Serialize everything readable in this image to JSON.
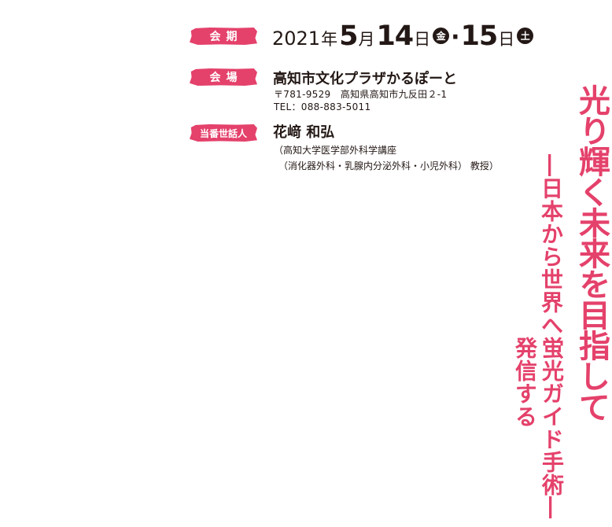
{
  "schedule": {
    "label": "会期",
    "year": "2021",
    "year_kanji": "年",
    "month": "5",
    "month_kanji": "月",
    "day1": "14",
    "day_kanji": "日",
    "weekday1": "金",
    "separator": "·",
    "day2": "15",
    "weekday2": "土"
  },
  "venue": {
    "label": "会場",
    "name": "高知市文化プラザかるぽーと",
    "address": "〒781-9529　高知県高知市九反田２-1",
    "tel": "TEL：088-883-5011"
  },
  "host": {
    "label": "当番世話人",
    "name": "花﨑 和弘",
    "affiliation": "（高知大学医学部外科学講座",
    "department": "（消化器外科・乳腺内分泌外科・小児外科） 教授）"
  },
  "title": {
    "main": "光り輝く未来を目指して",
    "sub_line1": "―日本から世界へ",
    "sub_line2": "発信する",
    "sub_line3": "蛍光ガイド手術―"
  },
  "colors": {
    "accent": "#e4416b",
    "text": "#231815"
  }
}
